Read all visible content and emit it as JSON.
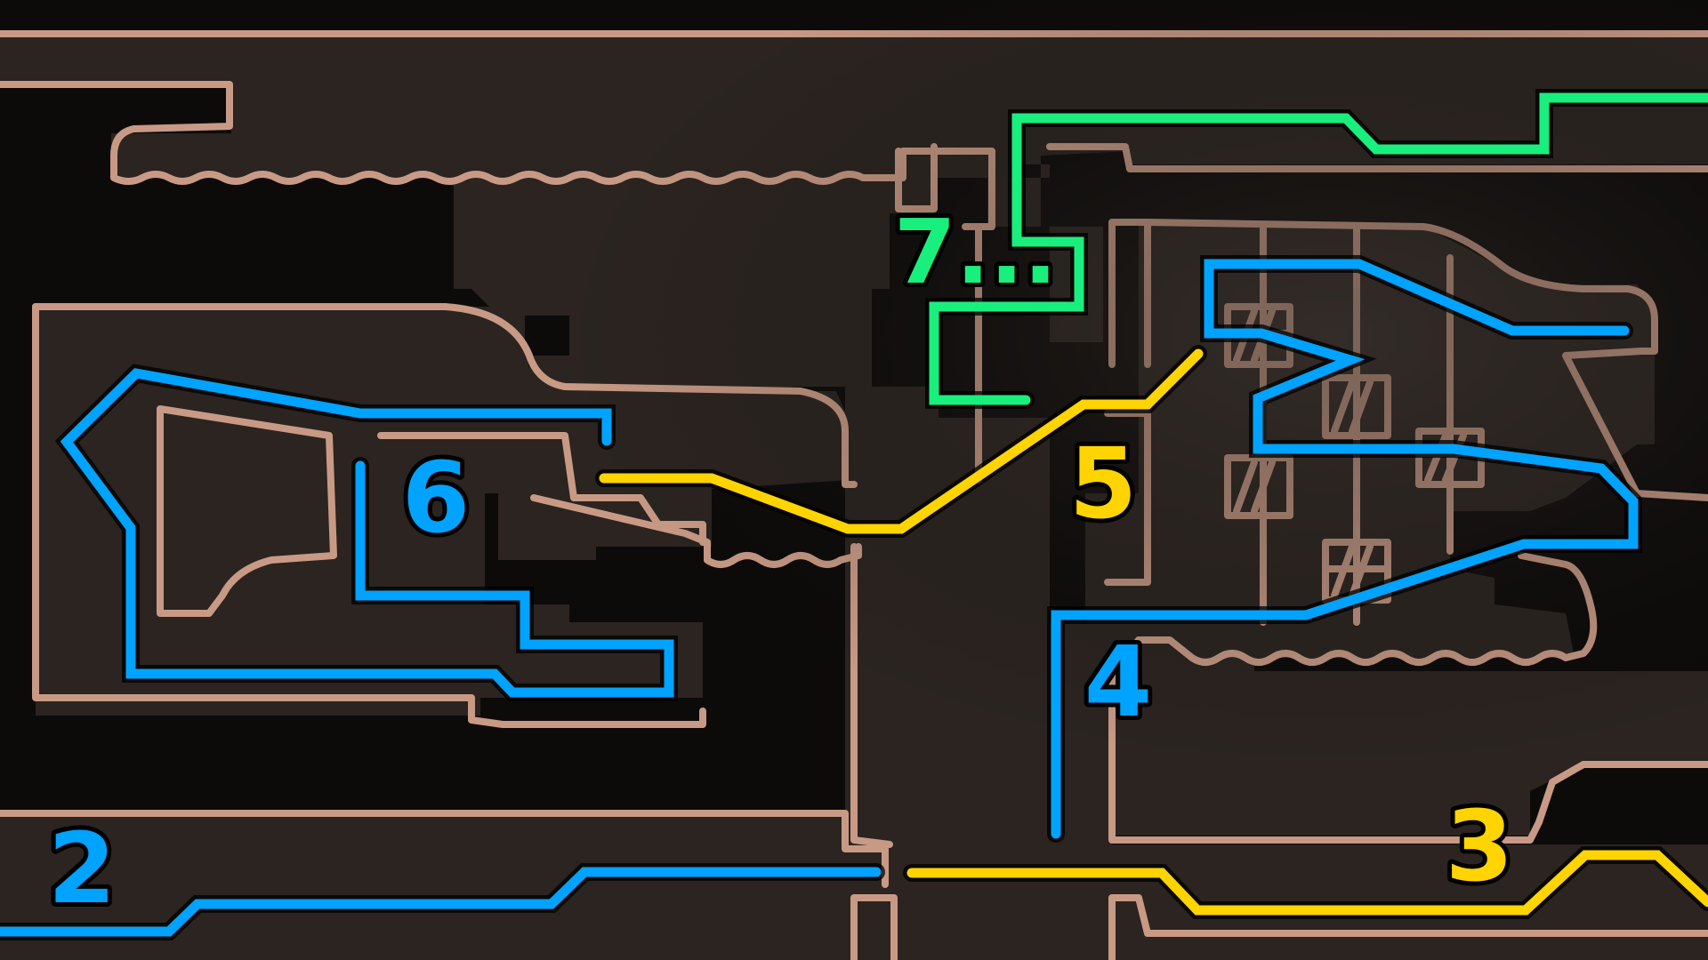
{
  "map": {
    "colors": {
      "background": "#0d0b0a",
      "floor": "#2b2420",
      "wall": "#c89a85",
      "blue_route": "#00a3ff",
      "yellow_route": "#ffd400",
      "green_route": "#19ef7d"
    },
    "routes": [
      {
        "id": "blue",
        "color_key": "blue_route"
      },
      {
        "id": "yellow",
        "color_key": "yellow_route"
      },
      {
        "id": "green",
        "color_key": "green_route"
      }
    ],
    "steps": [
      {
        "label": "2",
        "route": "blue"
      },
      {
        "label": "3",
        "route": "yellow"
      },
      {
        "label": "4",
        "route": "blue"
      },
      {
        "label": "5",
        "route": "yellow"
      },
      {
        "label": "6",
        "route": "blue"
      },
      {
        "label": "7...",
        "route": "green"
      }
    ]
  }
}
